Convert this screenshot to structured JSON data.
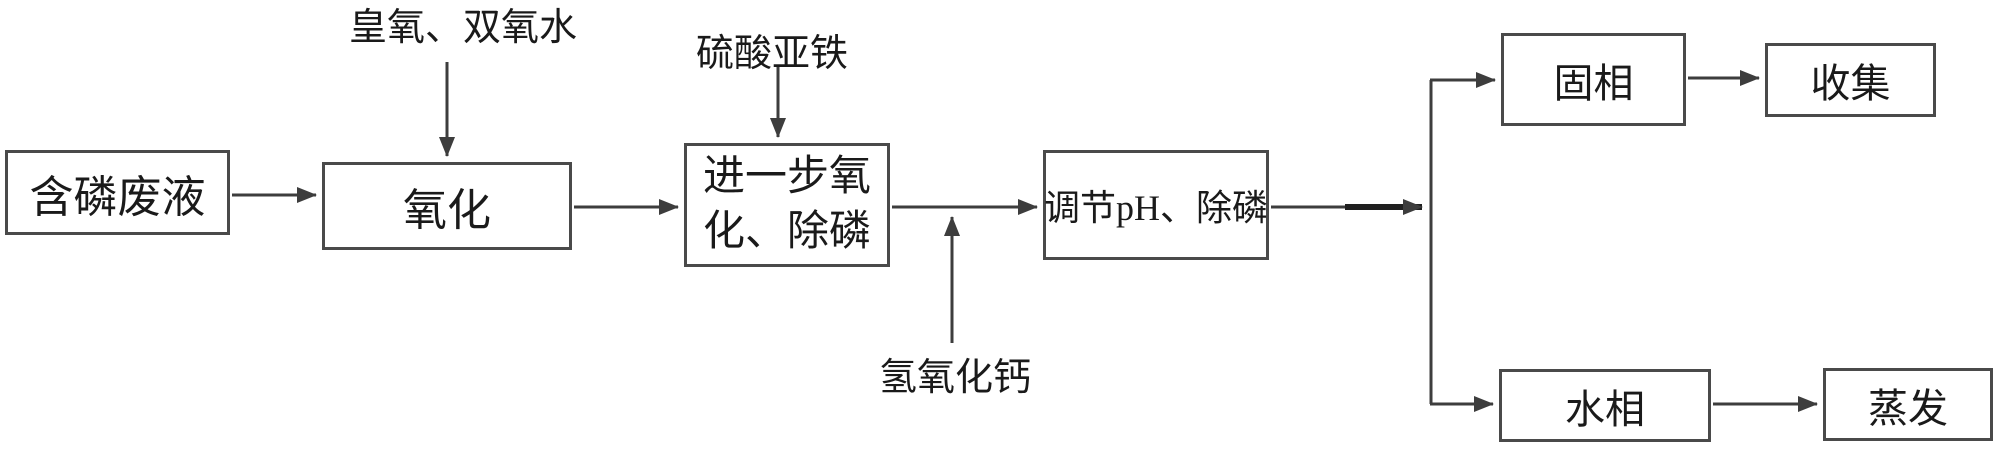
{
  "figure": {
    "type": "process-flow-diagram",
    "background_color": "#ffffff",
    "line_color": "#3d3d3d",
    "box_border_color": "#4a4a4a",
    "text_color": "#1a1a1a"
  },
  "nodes": {
    "waste": "含磷废液",
    "oxidation": "氧化",
    "further_oxidation": "进一步氧化、除磷",
    "adjust_ph": "调节pH、除磷",
    "solid_phase": "固相",
    "collect": "收集",
    "water_phase": "水相",
    "evaporate": "蒸发"
  },
  "reagent_labels": {
    "ozone_peroxide": "皇氧、双氧水",
    "ferrous_sulfate": "硫酸亚铁",
    "calcium_hydroxide": "氢氧化钙"
  },
  "flow": [
    "含磷废液 → 氧化",
    "氧化 → 进一步氧化、除磷",
    "进一步氧化、除磷 → 调节pH、除磷",
    "调节pH、除磷 → 固相 → 收集",
    "调节pH、除磷 → 水相 → 蒸发",
    "皇氧、双氧水 ↓ 氧化",
    "硫酸亚铁 ↓ 进一步氧化、除磷",
    "氢氧化钙 ↑ 调节pH、除磷"
  ]
}
